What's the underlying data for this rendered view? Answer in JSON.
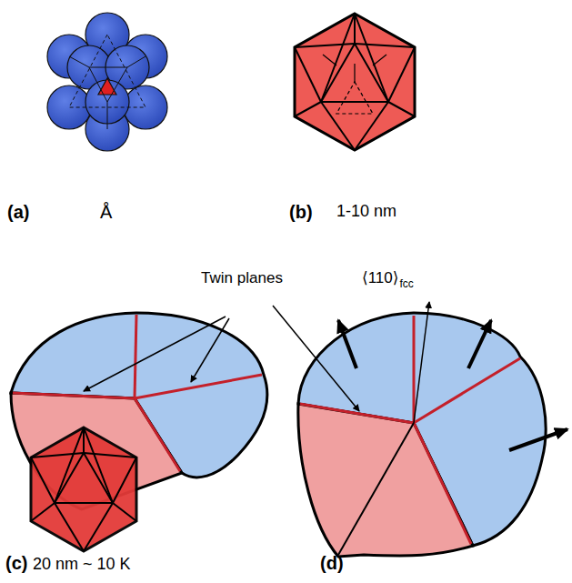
{
  "diagram": {
    "labels": [
      "(a)",
      "Å",
      "(b)",
      "1-10 nm",
      "Twin planes",
      "⟨110⟩",
      "fcc",
      "(c)",
      "20 nm ~ 10 K",
      "(d)"
    ]
  }
}
